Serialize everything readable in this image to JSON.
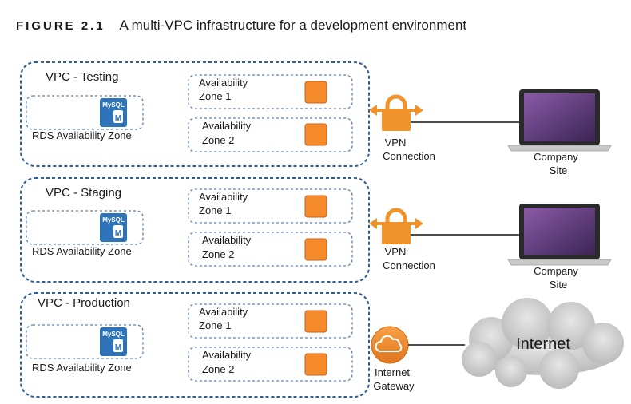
{
  "figure": {
    "label": "FIGURE 2.1",
    "title": "A multi-VPC infrastructure for a development environment"
  },
  "vpcs": [
    {
      "name": "VPC - Testing",
      "az1": [
        "Availability",
        "Zone 1"
      ],
      "az2": [
        "Availability",
        "Zone 2"
      ],
      "rds": "RDS Availability Zone",
      "db_logo": "MySQL",
      "db_letter": "M"
    },
    {
      "name": "VPC - Staging",
      "az1": [
        "Availability",
        "Zone 1"
      ],
      "az2": [
        "Availability",
        "Zone 2"
      ],
      "rds": "RDS Availability Zone",
      "db_logo": "MySQL",
      "db_letter": "M"
    },
    {
      "name": "VPC - Production",
      "az1": [
        "Availability",
        "Zone 1"
      ],
      "az2": [
        "Availability",
        "Zone 2"
      ],
      "rds": "RDS Availability Zone",
      "db_logo": "MySQL",
      "db_letter": "M"
    }
  ],
  "connections": [
    {
      "label": [
        "VPN",
        "Connection"
      ],
      "target": [
        "Company",
        "Site"
      ],
      "icon": "vpn-lock-icon"
    },
    {
      "label": [
        "VPN",
        "Connection"
      ],
      "target": [
        "Company",
        "Site"
      ],
      "icon": "vpn-lock-icon"
    },
    {
      "label": [
        "Internet",
        "Gateway"
      ],
      "target": [
        "Internet"
      ],
      "icon": "cloud-gateway-icon"
    }
  ],
  "colors": {
    "vpc_border": "#2f5d97",
    "zone_border": "#5b7fb0",
    "instance": "#f58a2b",
    "instance_border": "#c8631a",
    "vpn": "#f0932b",
    "db_blue": "#2e73b8",
    "laptop_screen": "#5e3e7a",
    "laptop_body": "#c9c9c9",
    "cloud": "#c8c8c8"
  }
}
